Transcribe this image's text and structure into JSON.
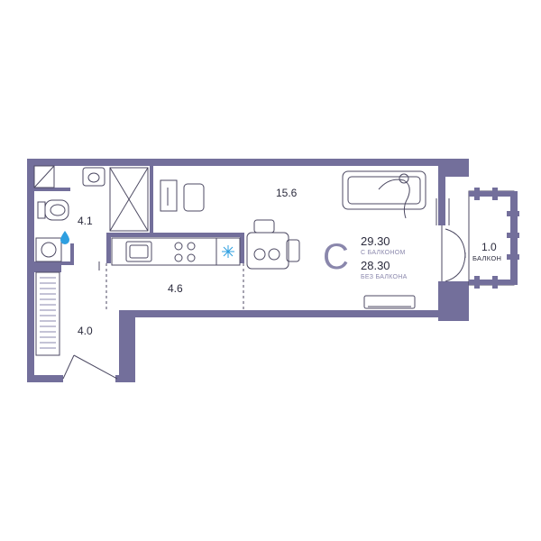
{
  "colors": {
    "wall": "#736f9b",
    "accent": "#8a87ac",
    "text": "#2b2b3d",
    "line": "#4d4a63",
    "water": "#2e9fe0"
  },
  "rooms": {
    "bathroom_area": "4.1",
    "living_area": "15.6",
    "kitchen_area": "4.6",
    "hall_area": "4.0",
    "balcony_area": "1.0",
    "balcony_label": "БАЛКОН"
  },
  "summary": {
    "type_letter": "С",
    "area_with_balcony": "29.30",
    "with_balcony_label": "С БАЛКОНОМ",
    "area_without_balcony": "28.30",
    "without_balcony_label": "БЕЗ БАЛКОНА"
  },
  "icons": [
    "water-drop-icon",
    "fan-icon"
  ]
}
